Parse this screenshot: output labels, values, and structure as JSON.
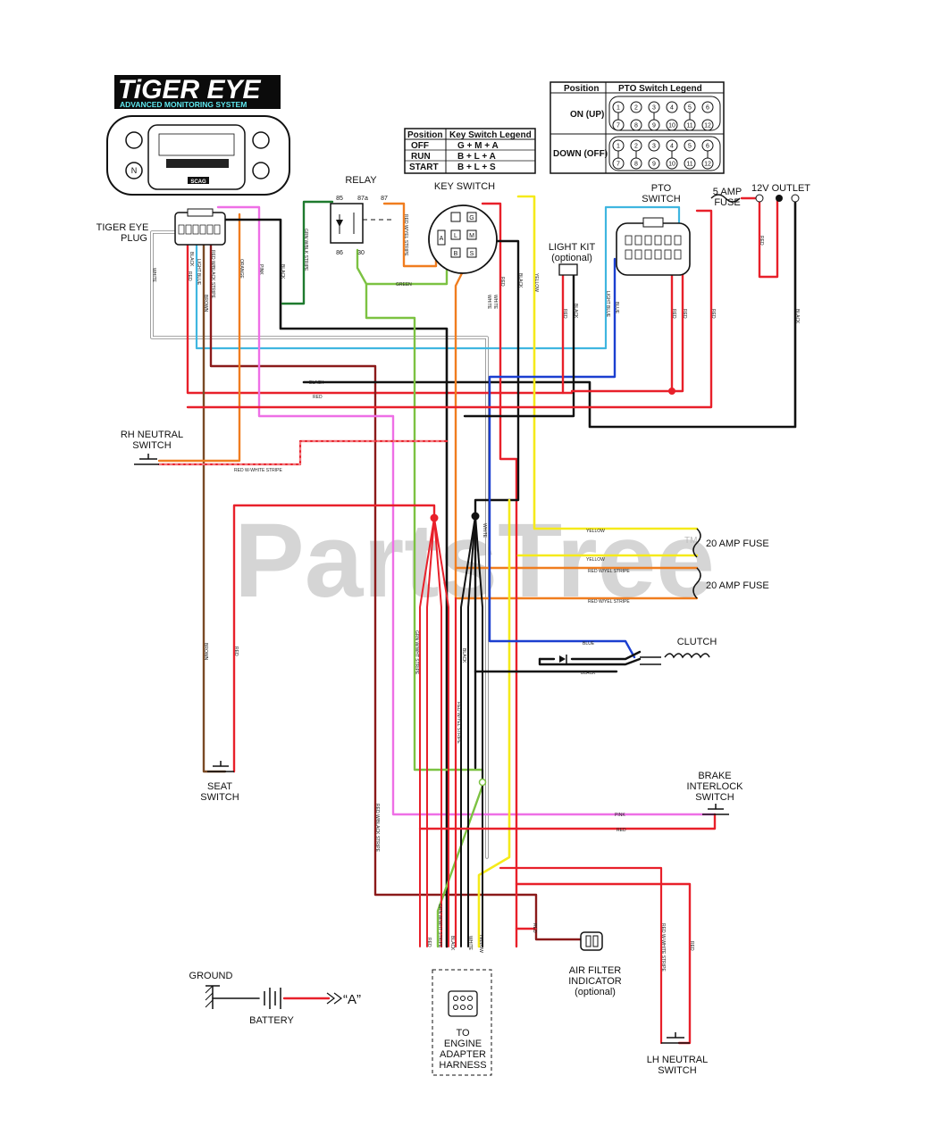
{
  "logo": {
    "title": "TiGER EYE",
    "subtitle": "ADVANCED MONITORING SYSTEM",
    "brand": "SCAG"
  },
  "watermark": "PartsTree",
  "watermark_tm": "TM",
  "key_switch_legend": {
    "headers": [
      "Position",
      "Key Switch Legend"
    ],
    "rows": [
      [
        "OFF",
        "G + M + A"
      ],
      [
        "RUN",
        "B + L + A"
      ],
      [
        "START",
        "B + L + S"
      ]
    ]
  },
  "pto_legend": {
    "headers": [
      "Position",
      "PTO Switch Legend"
    ],
    "rows": [
      "ON (UP)",
      "DOWN (OFF)"
    ],
    "pins_top": [
      "1",
      "2",
      "3",
      "4",
      "5",
      "6"
    ],
    "pins_bottom": [
      "7",
      "8",
      "9",
      "10",
      "11",
      "12"
    ]
  },
  "components": {
    "tiger_eye_plug": [
      "TIGER EYE",
      "PLUG"
    ],
    "relay": "RELAY",
    "relay_pins": [
      "85",
      "87a",
      "87",
      "86",
      "30"
    ],
    "key_switch": "KEY SWITCH",
    "key_switch_pins": [
      "A",
      "B",
      "S",
      "L",
      "M",
      "G"
    ],
    "light_kit": [
      "LIGHT KIT",
      "(optional)"
    ],
    "pto_switch": [
      "PTO",
      "SWITCH"
    ],
    "fuse_5a": [
      "5 AMP",
      "FUSE"
    ],
    "outlet": "12V OUTLET",
    "rh_neutral": [
      "RH NEUTRAL",
      "SWITCH"
    ],
    "fuse_20a_1": "20 AMP FUSE",
    "fuse_20a_2": "20 AMP FUSE",
    "clutch": "CLUTCH",
    "seat_switch": [
      "SEAT",
      "SWITCH"
    ],
    "brake_interlock": [
      "BRAKE",
      "INTERLOCK",
      "SWITCH"
    ],
    "ground": "GROUND",
    "battery": "BATTERY",
    "battery_ref": "“A”",
    "air_filter": [
      "AIR FILTER",
      "INDICATOR",
      "(optional)"
    ],
    "engine_adapter": [
      "TO",
      "ENGINE",
      "ADAPTER",
      "HARNESS"
    ],
    "lh_neutral": [
      "LH NEUTRAL",
      "SWITCH"
    ]
  },
  "wire_labels": {
    "white": "WHITE",
    "red": "RED",
    "black": "BLACK",
    "light_blue": "LIGHT BLUE",
    "brown": "BROWN",
    "red_black": "RED W/BLACK STRIPE",
    "orange": "ORANGE",
    "pink": "PINK",
    "grn_black": "GRN W/BLK STRIPE",
    "red_wyel": "RED W/YEL STRIPE",
    "green": "GREEN",
    "yellow": "YELLOW",
    "blue": "BLUE",
    "red_white": "RED W-WHITE STRIPE",
    "grn_white": "GRN W/WHT STRIPE",
    "red_wyel_full": "RED W/YEL STRIPE"
  },
  "colors": {
    "red": "#e8202a",
    "dark_red": "#8b1a1a",
    "black": "#111111",
    "orange": "#f07d1f",
    "pink": "#ee6fe6",
    "green": "#7cc242",
    "dark_green": "#1e7a2e",
    "yellow": "#f5ea1a",
    "blue": "#1b3fd0",
    "light_blue": "#3fb6e0",
    "brown": "#7a4a25",
    "gray": "#8a8a8a"
  }
}
